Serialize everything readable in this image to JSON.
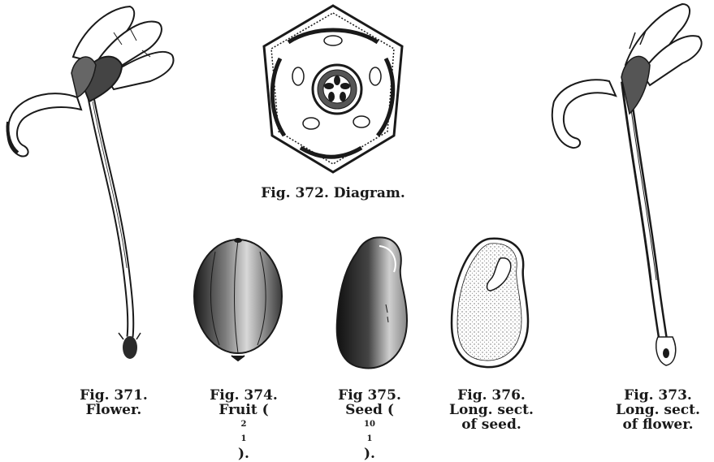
{
  "figures": [
    {
      "id": "fig371",
      "subject": "flower",
      "caption_lines": [
        "Fig. 371.",
        "Flower."
      ]
    },
    {
      "id": "fig372",
      "subject": "floral-diagram",
      "caption_lines": [
        "Fig. 372. Diagram."
      ]
    },
    {
      "id": "fig373",
      "subject": "long-section-of-flower",
      "caption_lines": [
        "Fig. 373.",
        "Long. sect.",
        "of flower."
      ]
    },
    {
      "id": "fig374",
      "subject": "fruit",
      "caption_lines": [
        "Fig. 374.",
        "Fruit (",
        "2",
        "1",
        ")."
      ]
    },
    {
      "id": "fig375",
      "subject": "seed",
      "caption_lines": [
        "Fig 375.",
        "Seed (",
        "10",
        "1",
        ")."
      ]
    },
    {
      "id": "fig376",
      "subject": "long-section-of-seed",
      "caption_lines": [
        "Fig. 376.",
        "Long. sect.",
        "of seed."
      ]
    }
  ],
  "colors": {
    "ink": "#1a1a1a",
    "paper": "#ffffff",
    "stipple": "#8a8a8a"
  }
}
